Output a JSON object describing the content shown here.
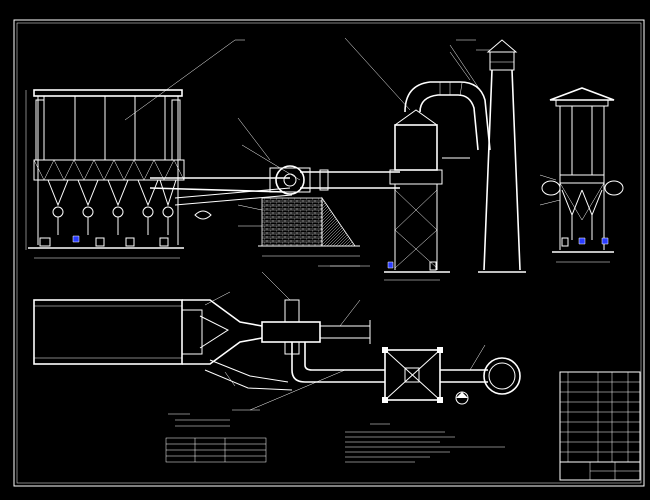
{
  "drawing": {
    "background": "#000000",
    "line_color": "#ffffff",
    "accent_color": "#2a3cff"
  },
  "views": [
    {
      "name": "elevation-view"
    },
    {
      "name": "plan-view"
    },
    {
      "name": "side-view"
    }
  ]
}
